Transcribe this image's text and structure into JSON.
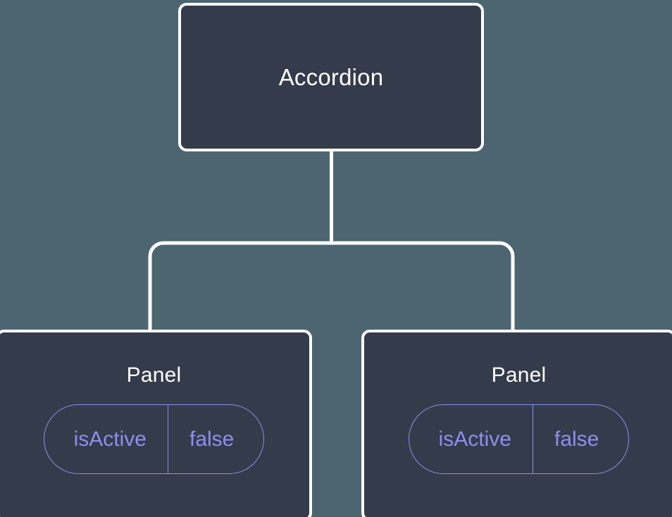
{
  "diagram": {
    "type": "component-tree",
    "background_color": "#4c6570",
    "node_fill_color": "#343b4a",
    "node_border_color": "#ffffff",
    "edge_color": "#ffffff",
    "accent_color": "#8c8ff2",
    "title_color": "#ffffff"
  },
  "root": {
    "label": "Accordion"
  },
  "panels": [
    {
      "label": "Panel",
      "prop": {
        "key": "isActive",
        "value": "false"
      }
    },
    {
      "label": "Panel",
      "prop": {
        "key": "isActive",
        "value": "false"
      }
    }
  ]
}
